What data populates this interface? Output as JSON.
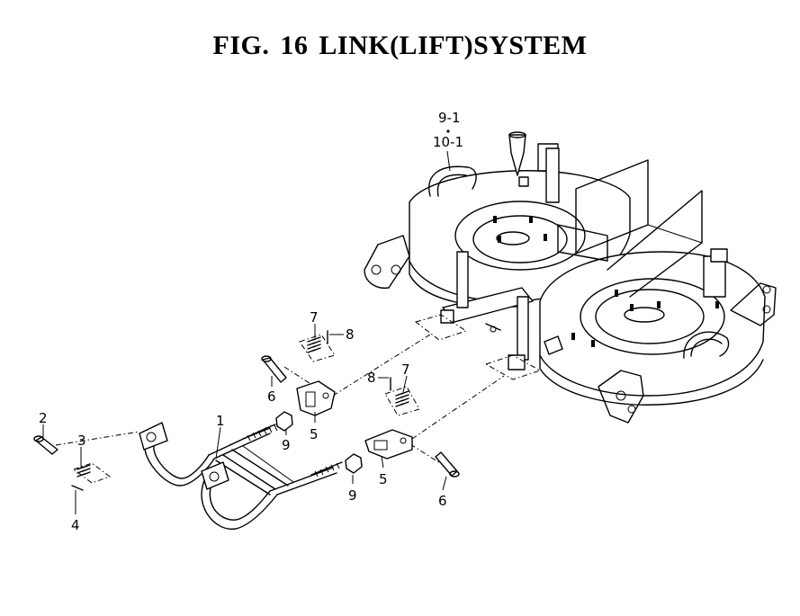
{
  "title": "FIG. 16  LINK(LIFT)SYSTEM",
  "callouts": {
    "c1": "1",
    "c2": "2",
    "c3": "3",
    "c4": "4",
    "c5a": "5",
    "c5b": "5",
    "c6a": "6",
    "c6b": "6",
    "c7a": "7",
    "c7b": "7",
    "c8a": "8",
    "c8b": "8",
    "c9a": "9",
    "c9b": "9",
    "c9_1": "9-1",
    "c10_1": "10-1"
  }
}
